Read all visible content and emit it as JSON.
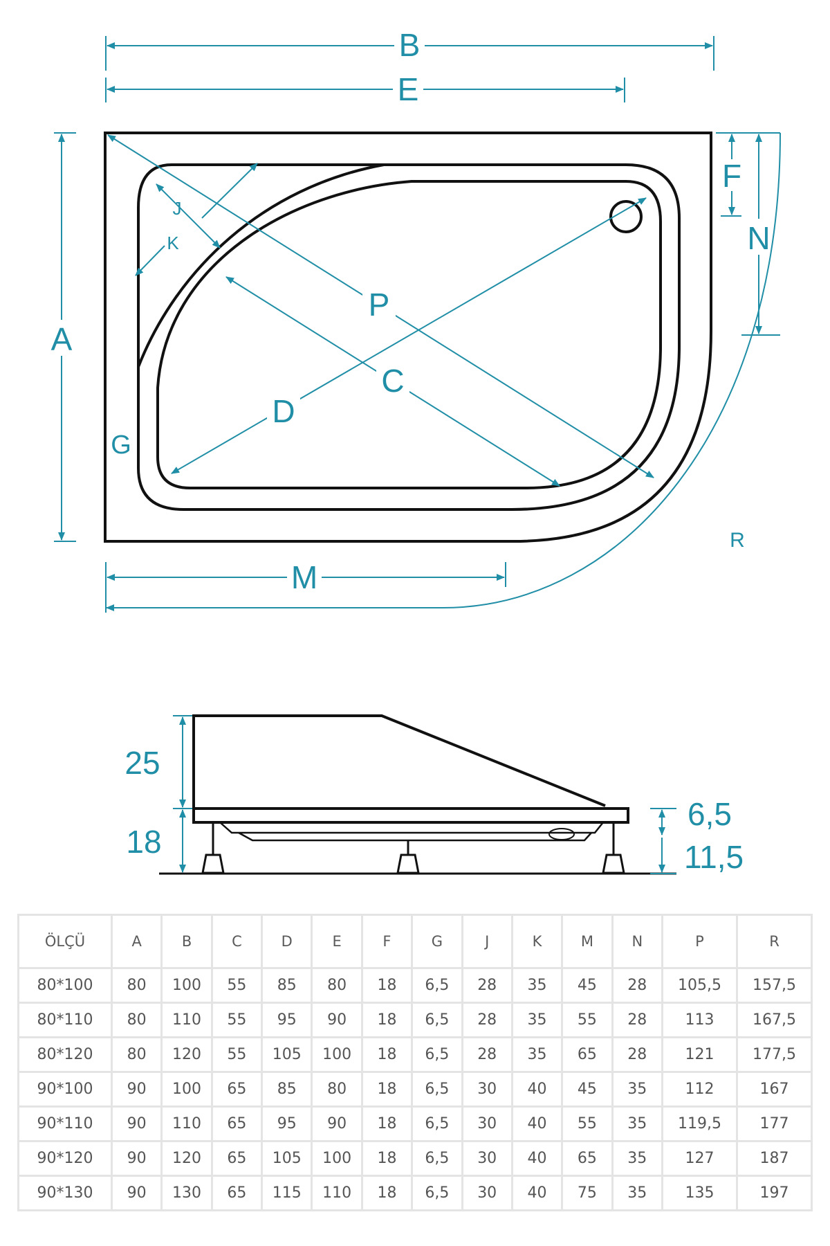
{
  "diagram": {
    "top_view_labels": {
      "A": "A",
      "B": "B",
      "C": "C",
      "D": "D",
      "E": "E",
      "F": "F",
      "G": "G",
      "J": "J",
      "K": "K",
      "M": "M",
      "N": "N",
      "P": "P",
      "R": "R"
    },
    "side_view_labels": {
      "height_top": "25",
      "height_bottom": "18",
      "rim_upper": "6,5",
      "rim_lower": "11,5"
    },
    "colors": {
      "dimension": "#1f8ea6",
      "outline": "#111111",
      "grid": "#e4e4e4"
    }
  },
  "table": {
    "columns": [
      "ÖLÇÜ",
      "A",
      "B",
      "C",
      "D",
      "E",
      "F",
      "G",
      "J",
      "K",
      "M",
      "N",
      "P",
      "R"
    ],
    "rows": [
      [
        "80*100",
        "80",
        "100",
        "55",
        "85",
        "80",
        "18",
        "6,5",
        "28",
        "35",
        "45",
        "28",
        "105,5",
        "157,5"
      ],
      [
        "80*110",
        "80",
        "110",
        "55",
        "95",
        "90",
        "18",
        "6,5",
        "28",
        "35",
        "55",
        "28",
        "113",
        "167,5"
      ],
      [
        "80*120",
        "80",
        "120",
        "55",
        "105",
        "100",
        "18",
        "6,5",
        "28",
        "35",
        "65",
        "28",
        "121",
        "177,5"
      ],
      [
        "90*100",
        "90",
        "100",
        "65",
        "85",
        "80",
        "18",
        "6,5",
        "30",
        "40",
        "45",
        "35",
        "112",
        "167"
      ],
      [
        "90*110",
        "90",
        "110",
        "65",
        "95",
        "90",
        "18",
        "6,5",
        "30",
        "40",
        "55",
        "35",
        "119,5",
        "177"
      ],
      [
        "90*120",
        "90",
        "120",
        "65",
        "105",
        "100",
        "18",
        "6,5",
        "30",
        "40",
        "65",
        "35",
        "127",
        "187"
      ],
      [
        "90*130",
        "90",
        "130",
        "65",
        "115",
        "110",
        "18",
        "6,5",
        "30",
        "40",
        "75",
        "35",
        "135",
        "197"
      ]
    ]
  }
}
